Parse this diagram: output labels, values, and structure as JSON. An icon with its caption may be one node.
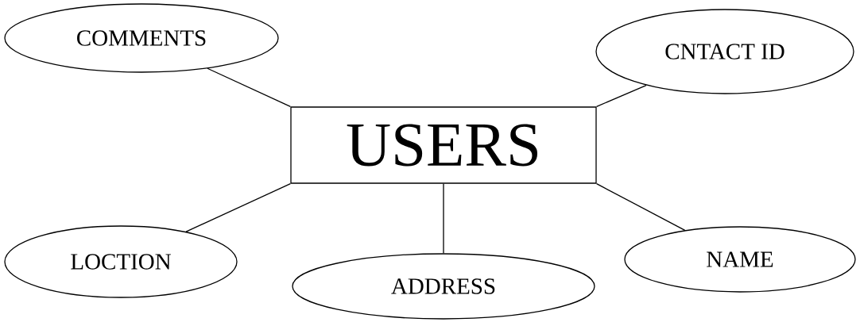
{
  "diagram": {
    "nodes": [
      {
        "text": [
          "COMMENTS"
        ]
      },
      {
        "text": [
          "CNTACT ID"
        ]
      },
      {
        "text": [
          "USERS"
        ]
      },
      {
        "text": [
          "LOCTION"
        ]
      },
      {
        "text": [
          "ADDRESS"
        ]
      },
      {
        "text": [
          "NAME"
        ]
      }
    ],
    "edges": [
      {
        "from": 2,
        "to": 0,
        "arrow": "none"
      },
      {
        "from": 2,
        "to": 1,
        "arrow": "none"
      },
      {
        "from": 2,
        "to": 3,
        "arrow": "none"
      },
      {
        "from": 2,
        "to": 4,
        "arrow": "none"
      },
      {
        "from": 2,
        "to": 5,
        "arrow": "none"
      }
    ]
  }
}
